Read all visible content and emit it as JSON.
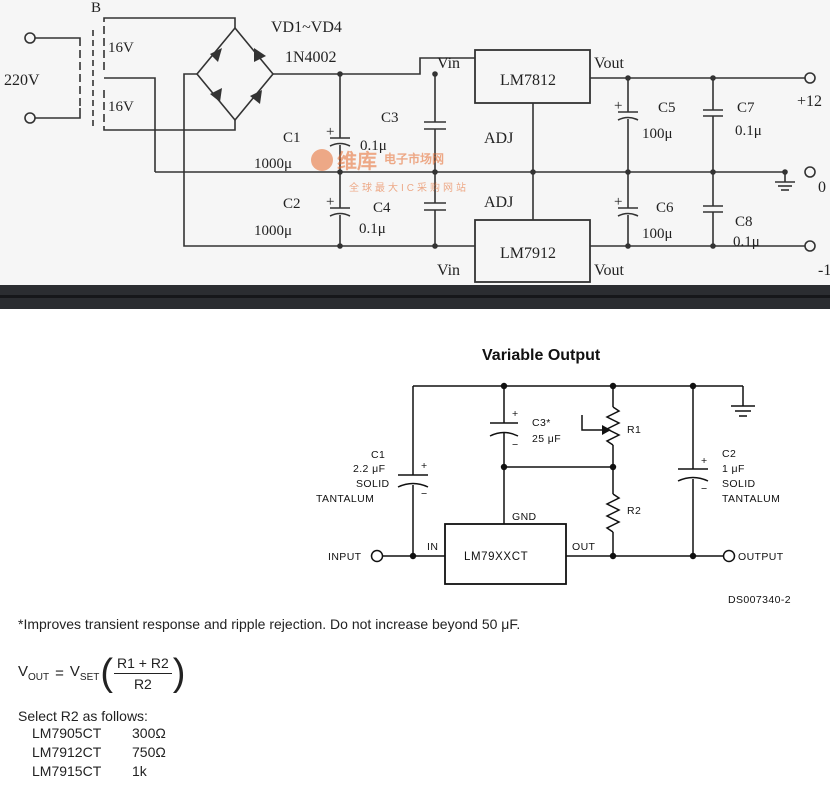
{
  "top_circuit": {
    "transformer_label": "B",
    "input_voltage": "220V",
    "secondary_upper": "16V",
    "secondary_lower": "16V",
    "bridge_label": "VD1~VD4",
    "bridge_part": "1N4002",
    "upper_vin": "Vin",
    "upper_vout": "Vout",
    "upper_regulator": "LM7812",
    "upper_adj": "ADJ",
    "lower_adj": "ADJ",
    "lower_regulator": "LM7912",
    "lower_vin": "Vin",
    "lower_vout": "Vout",
    "c1_name": "C1",
    "c1_value": "1000μ",
    "c2_name": "C2",
    "c2_value": "1000μ",
    "c3_name": "C3",
    "c3_value": "0.1μ",
    "c4_name": "C4",
    "c4_value": "0.1μ",
    "c5_name": "C5",
    "c5_value": "100μ",
    "c6_name": "C6",
    "c6_value": "100μ",
    "c7_name": "C7",
    "c7_value": "0.1μ",
    "c8_name": "C8",
    "c8_value": "0.1μ",
    "out_positive": "+12",
    "out_zero": "0",
    "out_negative": "-1",
    "watermark_main": "维库",
    "watermark_secondary": "电子市场网",
    "watermark_tagline": "全球最大IC采购网站"
  },
  "bottom_circuit": {
    "title": "Variable Output",
    "c1_name": "C1",
    "c1_value": "2.2 μF",
    "c1_type_1": "SOLID",
    "c1_type_2": "TANTALUM",
    "c2_name": "C2",
    "c2_value": "1 μF",
    "c2_type_1": "SOLID",
    "c2_type_2": "TANTALUM",
    "c3_name": "C3*",
    "c3_value": "25 μF",
    "r1": "R1",
    "r2": "R2",
    "gnd": "GND",
    "in_pin": "IN",
    "out_pin": "OUT",
    "regulator": "LM79XXCT",
    "input_label": "INPUT",
    "output_label": "OUTPUT",
    "doc_id": "DS007340-2",
    "footnote": "*Improves transient response and ripple rejection. Do not increase beyond 50 μF.",
    "formula": {
      "lhs_main": "V",
      "lhs_sub": "OUT",
      "equals": "=",
      "rhs_main": "V",
      "rhs_sub": "SET",
      "numerator": "R1 + R2",
      "denominator": "R2"
    },
    "select_intro": "Select R2 as follows:",
    "r2_table": [
      {
        "part": "LM7905CT",
        "value": "300Ω"
      },
      {
        "part": "LM7912CT",
        "value": "750Ω"
      },
      {
        "part": "LM7915CT",
        "value": "1k"
      }
    ]
  }
}
